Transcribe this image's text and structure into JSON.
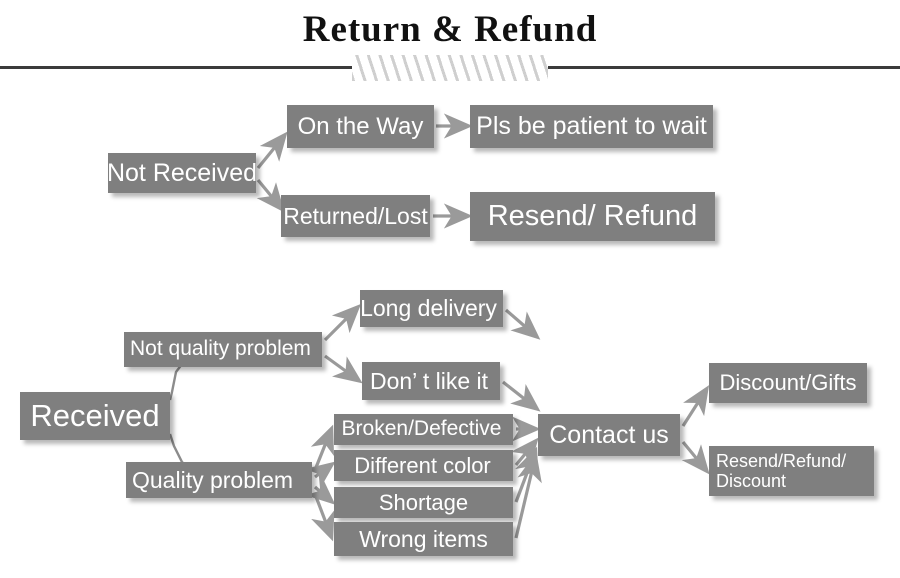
{
  "header": {
    "title": "Return & Refund",
    "divider_icon": "hatched-divider"
  },
  "diagram": {
    "nodes": {
      "not_received": "Not Received",
      "on_the_way": "On the Way",
      "returned_lost": "Returned/Lost",
      "pls_wait": "Pls be patient to wait",
      "resend_refund": "Resend/ Refund",
      "received": "Received",
      "not_quality_problem": "Not quality problem",
      "quality_problem": "Quality problem",
      "long_delivery": "Long delivery",
      "dont_like_it": "Don’  t like it",
      "broken_defective": "Broken/Defective",
      "different_color": "Different color",
      "shortage": "Shortage",
      "wrong_items": "Wrong items",
      "contact_us": "Contact us",
      "discount_gifts": "Discount/Gifts",
      "resend_refund_discount_line1": "Resend/Refund/",
      "resend_refund_discount_line2": "Discount"
    },
    "colors": {
      "node_fill": "#7f7f7f",
      "node_text": "#ffffff",
      "arrow": "#9a9a9a",
      "connector": "#8c8c8c",
      "rule": "#3b3b3b",
      "hatch": "#cfcfcf",
      "background": "#ffffff"
    }
  }
}
